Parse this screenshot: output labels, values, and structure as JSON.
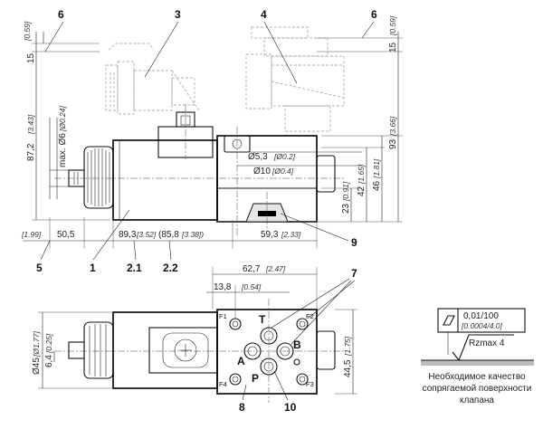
{
  "callouts": {
    "c1": "1",
    "c2_1": "2.1",
    "c2_2": "2.2",
    "c3": "3",
    "c4": "4",
    "c5": "5",
    "c6_left": "6",
    "c6_right": "6",
    "c7": "7",
    "c8": "8",
    "c9": "9",
    "c10": "10"
  },
  "dimensions": {
    "left_15": "15",
    "left_15_in": "[0.59]",
    "left_87": "87,2",
    "left_87_in": "[3.43]",
    "max_d6": "max. Ø6",
    "max_d6_in": "[Ø0.24]",
    "right_15": "15",
    "right_15_in": "[0.59]",
    "d53": "Ø5,3",
    "d53_in": "[Ø0.2]",
    "d10": "Ø10",
    "d10_in": "[Ø0.4]",
    "h23": "23",
    "h23_in": "[0.91]",
    "h42": "42",
    "h42_in": "[1.65]",
    "h46": "46",
    "h46_in": "[1.81]",
    "h93": "93",
    "h93_in": "[3.66]",
    "w199_in": "[1.99]",
    "w505": "50,5",
    "w893": "89,3",
    "w893_in": "[3.52]",
    "w858": "(85,8",
    "w858_in": "[3.38])",
    "w593": "59,3",
    "w593_in": "[2.33]",
    "w627": "62,7",
    "w627_in": "[2.47]",
    "w138": "13,8",
    "w138_in": "[0.54]",
    "d45": "Ø45",
    "d45_in": "[Ø1.77]",
    "h64": "6,4",
    "h64_in": "[0.25]",
    "h445": "44,5",
    "h445_in": "[1.75]"
  },
  "ports": {
    "p": "P",
    "t": "T",
    "a": "A",
    "b": "B"
  },
  "corners": {
    "f1": "F1",
    "f2": "F2",
    "f3": "F3",
    "f4": "F4"
  },
  "surface": {
    "flatness": "0,01/100",
    "flatness_in": "[0.0004/4.0]",
    "roughness": "Rzmax 4",
    "note_line1": "Необходимое качество",
    "note_line2": "сопрягаемой поверхности",
    "note_line3": "клапана"
  }
}
